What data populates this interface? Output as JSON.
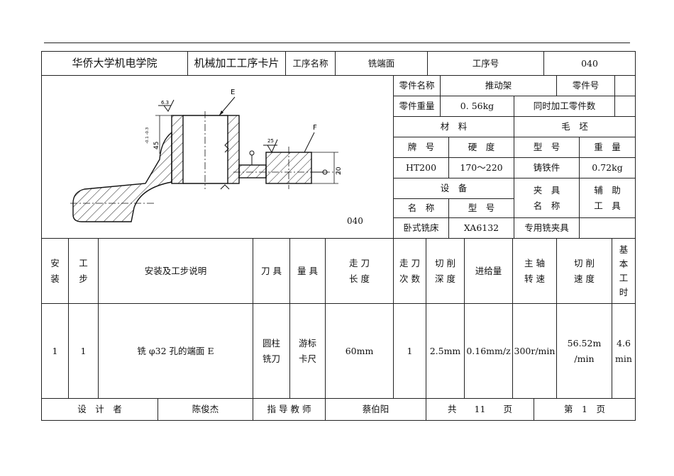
{
  "header": {
    "school": "华侨大学机电学院",
    "card_title": "机械加工工序卡片",
    "op_name_label": "工序名称",
    "op_name": "铣端面",
    "op_no_label": "工序号",
    "op_no": "040"
  },
  "part": {
    "name_label": "零件名称",
    "name": "推动架",
    "no_label": "零件号",
    "no": "",
    "weight_label": "零件重量",
    "weight": "0. 56kg",
    "simul_label": "同时加工零件数",
    "simul": ""
  },
  "material": {
    "label": "材　料",
    "blank_label": "毛　坯",
    "grade_label": "牌　号",
    "hardness_label": "硬　度",
    "type_label": "型　号",
    "weight_label": "重　量",
    "grade": "HT200",
    "hardness": "170～220",
    "blank_type": "铸铁件",
    "blank_weight": "0.72kg"
  },
  "equipment": {
    "label": "设　备",
    "name_label": "名　称",
    "model_label": "型　号",
    "fixture_label": "夹　具\n名　称",
    "aux_label": "辅　助\n工　具",
    "name": "卧式铣床",
    "model": "XA6132",
    "fixture": "专用铣夹具",
    "aux": ""
  },
  "drawing": {
    "op_number": "040",
    "label_e": "E",
    "label_f": "F",
    "rough_1": "6.3",
    "rough_2": "25",
    "dim_45": "45",
    "dim_20": "20",
    "tol": "-0.1\n-0.3"
  },
  "columns": {
    "setup": "安\n装",
    "step": "工\n步",
    "desc": "安装及工步说明",
    "tool": "刀 具",
    "gauge": "量 具",
    "length": "走 刀\n长 度",
    "passes": "走 刀\n次 数",
    "depth": "切 削\n深 度",
    "feed": "进给量",
    "spindle": "主 轴\n转 速",
    "speed": "切 削\n速 度",
    "time": "基\n本\n工\n时"
  },
  "rows": [
    {
      "setup": "1",
      "step": "1",
      "desc": "铣 φ32 孔的端面 E",
      "tool": "圆柱\n铣刀",
      "gauge": "游标\n卡尺",
      "length": "60mm",
      "passes": "1",
      "depth": "2.5mm",
      "feed": "0.16mm/z",
      "spindle": "300r/min",
      "speed": "56.52m\n/min",
      "time": "4.6\nmin"
    }
  ],
  "footer": {
    "designer_label": "设　计　者",
    "designer": "陈俊杰",
    "advisor_label": "指 导 教 师",
    "advisor": "蔡伯阳",
    "total_label": "共　　11　　页",
    "page_label": "第　1　页"
  }
}
